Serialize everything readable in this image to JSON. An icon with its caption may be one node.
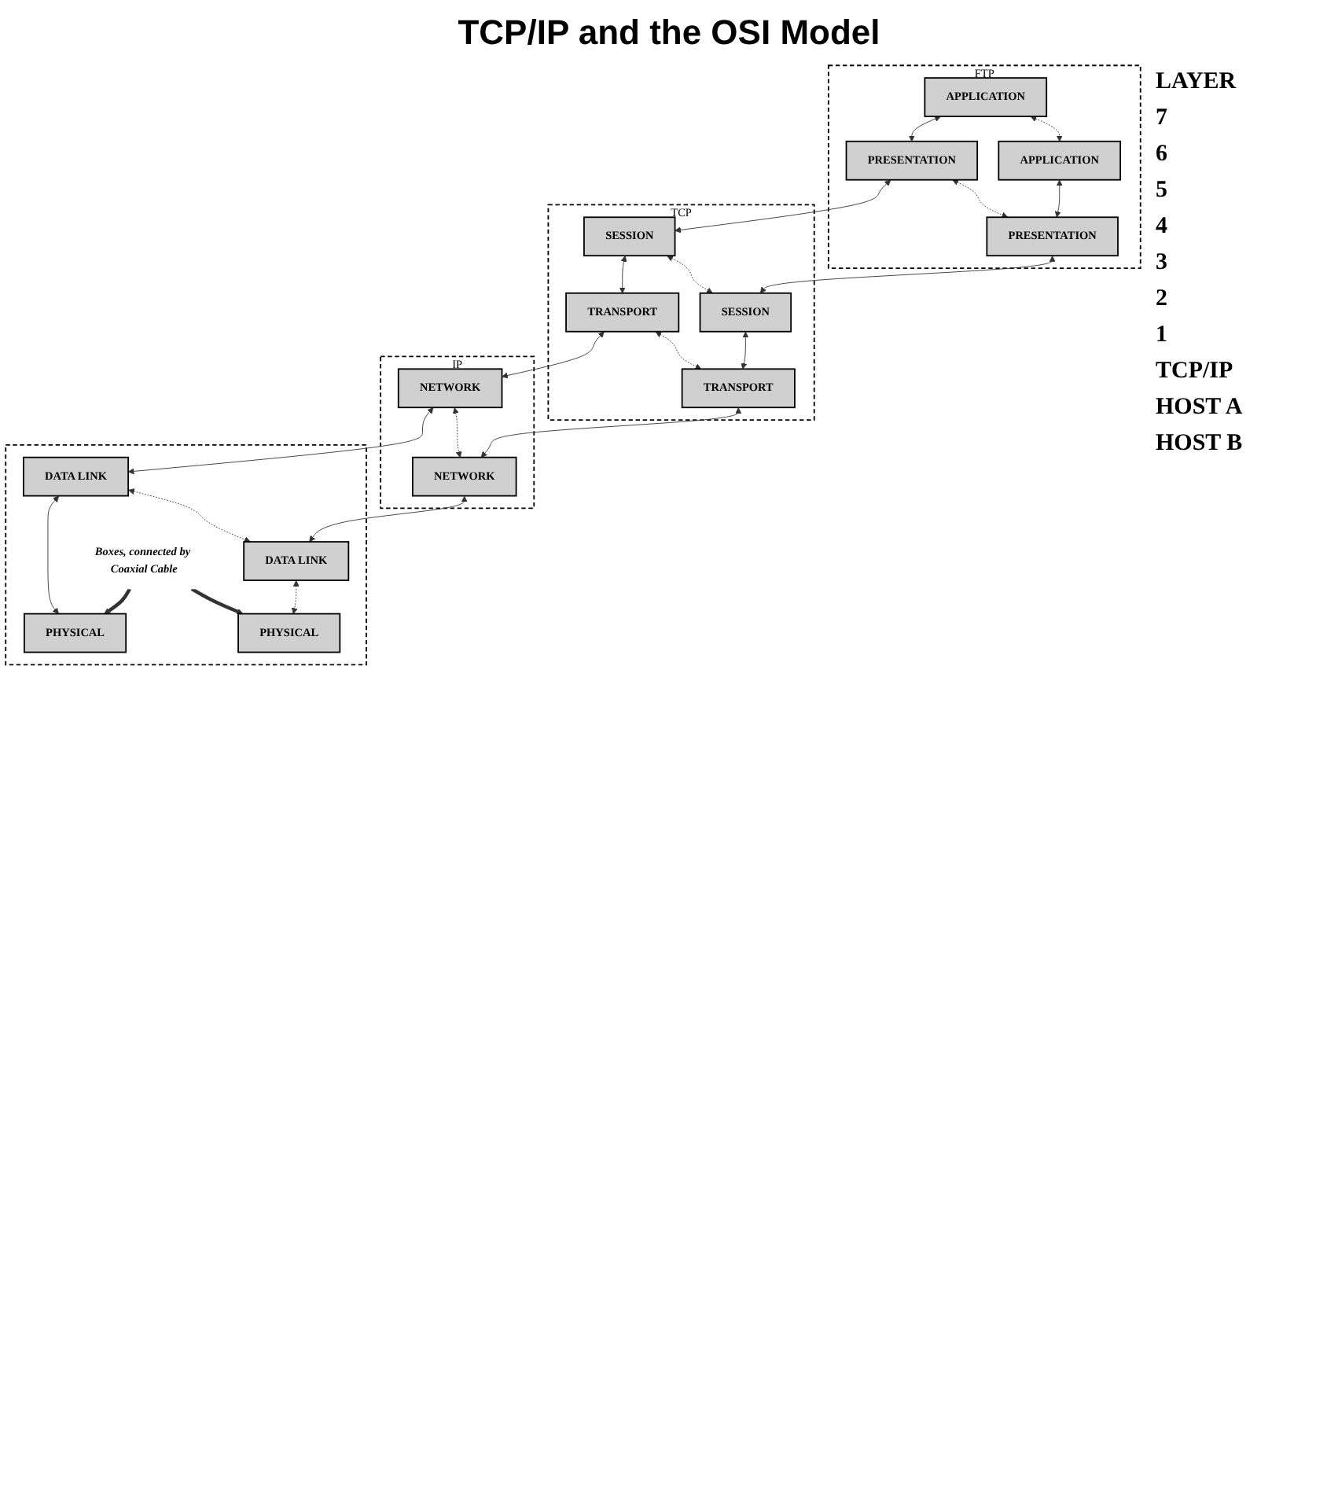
{
  "diagram": {
    "title": "TCP/IP and the OSI Model",
    "nodes": [
      {
        "text": [
          "FTP"
        ]
      },
      {
        "text": [
          "APPLICATION"
        ],
        "in": 0
      },
      {
        "text": [
          "APPLICATION"
        ],
        "in": 0
      },
      {
        "text": [
          "PRESENTATION"
        ],
        "in": 0
      },
      {
        "text": [
          "PRESENTATION"
        ],
        "in": 0
      },
      {
        "text": [
          "TCP"
        ]
      },
      {
        "text": [
          "SESSION"
        ],
        "in": 5
      },
      {
        "text": [
          "SESSION"
        ],
        "in": 5
      },
      {
        "text": [
          "TRANSPORT"
        ],
        "in": 5
      },
      {
        "text": [
          "TRANSPORT"
        ],
        "in": 5
      },
      {
        "text": [
          "IP"
        ]
      },
      {
        "text": [
          "NETWORK"
        ],
        "in": 10
      },
      {
        "text": [
          "NETWORK"
        ],
        "in": 10
      },
      {
        "text": [],
        "shape": "box"
      },
      {
        "text": [
          "DATA LINK"
        ],
        "in": 13
      },
      {
        "text": [
          "DATA LINK"
        ],
        "in": 13
      },
      {
        "text": [
          "PHYSICAL"
        ],
        "in": 13
      },
      {
        "text": [
          "Boxes, connected by Coaxial Cable"
        ],
        "in": 13
      },
      {
        "text": [
          "PHYSICAL"
        ],
        "in": 13
      }
    ],
    "edges": [
      {
        "from": 1,
        "to": 3,
        "arrow": "both"
      },
      {
        "from": 3,
        "to": 6,
        "arrow": "both"
      },
      {
        "from": 6,
        "to": 8,
        "arrow": "both"
      },
      {
        "from": 8,
        "to": 11,
        "arrow": "both"
      },
      {
        "from": 11,
        "to": 14,
        "arrow": "both"
      },
      {
        "from": 14,
        "to": 16,
        "arrow": "both"
      },
      {
        "from": 2,
        "to": 4,
        "arrow": "both"
      },
      {
        "from": 4,
        "to": 7,
        "arrow": "both"
      },
      {
        "from": 7,
        "to": 9,
        "arrow": "both"
      },
      {
        "from": 9,
        "to": 12,
        "arrow": "both"
      },
      {
        "from": 12,
        "to": 15,
        "arrow": "both"
      },
      {
        "from": 15,
        "to": 18,
        "arrow": "both",
        "style": "dashed"
      },
      {
        "from": 1,
        "to": 2,
        "arrow": "both",
        "style": "dashed"
      },
      {
        "from": 3,
        "to": 4,
        "arrow": "both",
        "style": "dashed"
      },
      {
        "from": 6,
        "to": 7,
        "arrow": "both",
        "style": "dashed"
      },
      {
        "from": 8,
        "to": 9,
        "arrow": "both",
        "style": "dashed"
      },
      {
        "from": 11,
        "to": 12,
        "arrow": "both",
        "style": "dashed"
      },
      {
        "from": 14,
        "to": 15,
        "arrow": "both",
        "style": "dashed"
      },
      {
        "from": 17,
        "to": 16,
        "arrow": "to",
        "style": "thick"
      },
      {
        "from": 17,
        "to": 18,
        "arrow": "to",
        "style": "thick"
      }
    ],
    "labels": [
      "LAYER",
      "7",
      "6",
      "5",
      "4",
      "3",
      "2",
      "1",
      "TCP/IP",
      "HOST A",
      "HOST B"
    ]
  }
}
